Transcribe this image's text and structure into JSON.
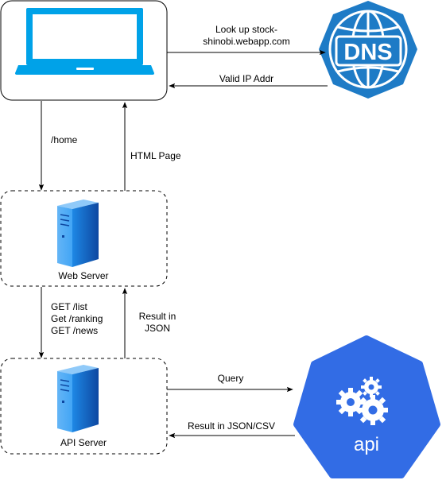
{
  "labels": {
    "dns_request_line1": "Look up stock-",
    "dns_request_line2": "shinobi.webapp.com",
    "dns_response": "Valid IP Addr",
    "home_request": "/home",
    "html_response": "HTML Page",
    "api_request_line1": "GET /list",
    "api_request_line2": "Get /ranking",
    "api_request_line3": "GET /news",
    "api_response_line1": "Result in",
    "api_response_line2": "JSON",
    "query_request": "Query",
    "query_response": "Result in JSON/CSV"
  },
  "nodes": {
    "web_server": "Web Server",
    "api_server": "API Server",
    "dns": "DNS",
    "api": "api"
  },
  "icons": {
    "client": "laptop-icon",
    "dns": "dns-globe-icon",
    "web_server": "server-icon",
    "api_server": "server-icon",
    "api": "api-gears-icon"
  },
  "colors": {
    "laptop": "#00A2E8",
    "dns": "#1E7BC6",
    "server": "#1565C0",
    "api": "#326CE5"
  }
}
